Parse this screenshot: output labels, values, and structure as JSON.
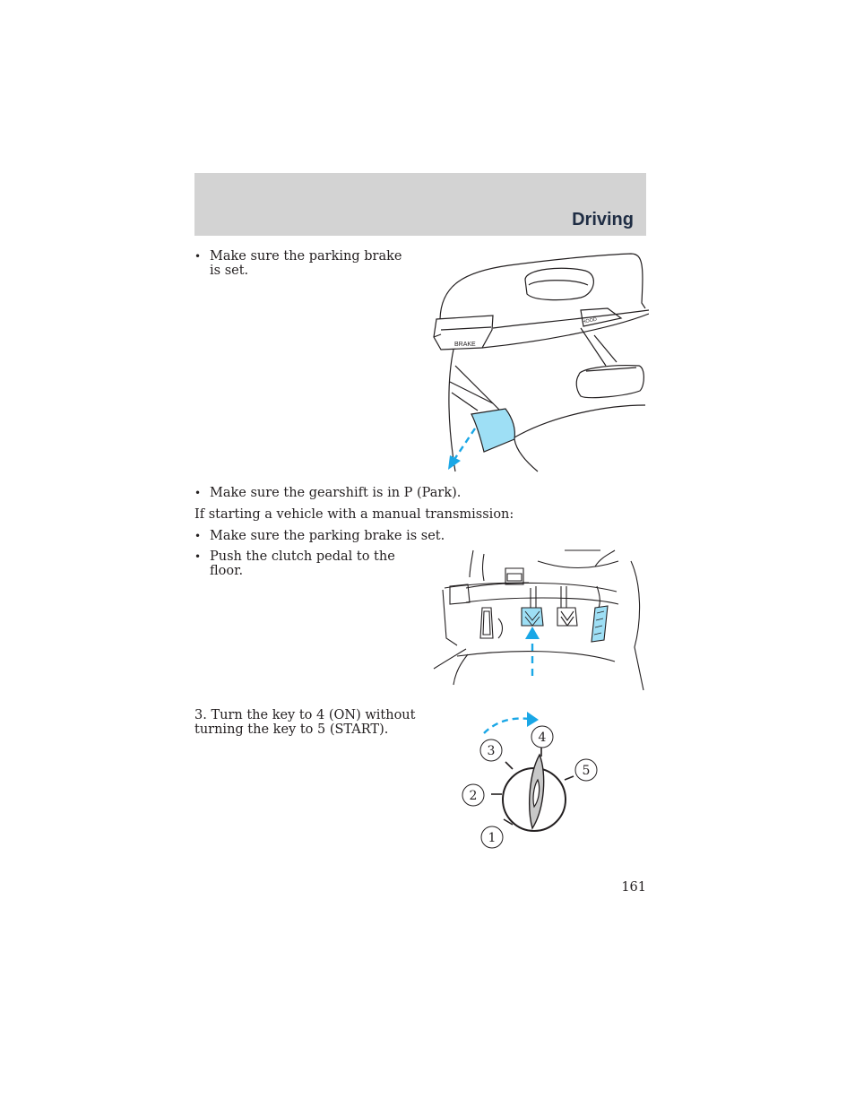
{
  "header": {
    "section_title": "Driving"
  },
  "content": {
    "bullet_parking_brake_1": "Make sure the parking brake is set.",
    "bullet_gearshift": "Make sure the gearshift is in P (Park).",
    "manual_intro": "If starting a vehicle with a manual transmission:",
    "bullet_parking_brake_2": "Make sure the parking brake is set.",
    "bullet_clutch": "Push the clutch pedal to the floor.",
    "step_3": "3. Turn the key to 4 (ON) without turning the key to 5 (START).",
    "bullet_symbol": "•"
  },
  "figures": {
    "parking_brake": {
      "brake_label": "BRAKE",
      "hood_label": "HOOD"
    },
    "ignition": {
      "positions": [
        "1",
        "2",
        "3",
        "4",
        "5"
      ]
    }
  },
  "colors": {
    "highlight_fill": "#9edff5",
    "arrow": "#1aa7e6",
    "header_band": "#d3d3d3"
  },
  "page": {
    "number": "161"
  }
}
